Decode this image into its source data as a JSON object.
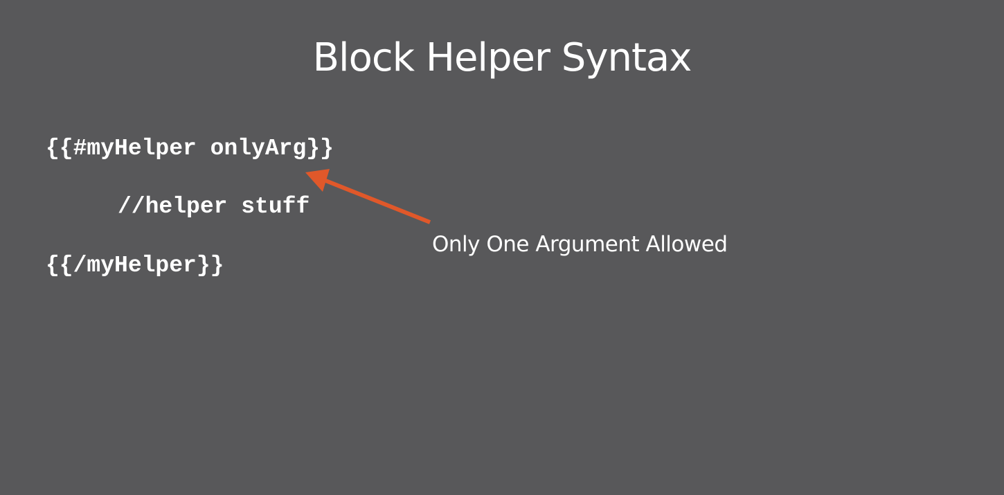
{
  "slide": {
    "title": "Block Helper Syntax",
    "code_lines": [
      "{{#myHelper onlyArg}}",
      "//helper stuff",
      "{{/myHelper}}"
    ],
    "annotation": "Only One Argument Allowed"
  },
  "colors": {
    "background": "#58585a",
    "text": "#ffffff",
    "arrow": "#e0582a"
  },
  "icons": {
    "pointer_arrow": "orange-arrow-icon"
  }
}
